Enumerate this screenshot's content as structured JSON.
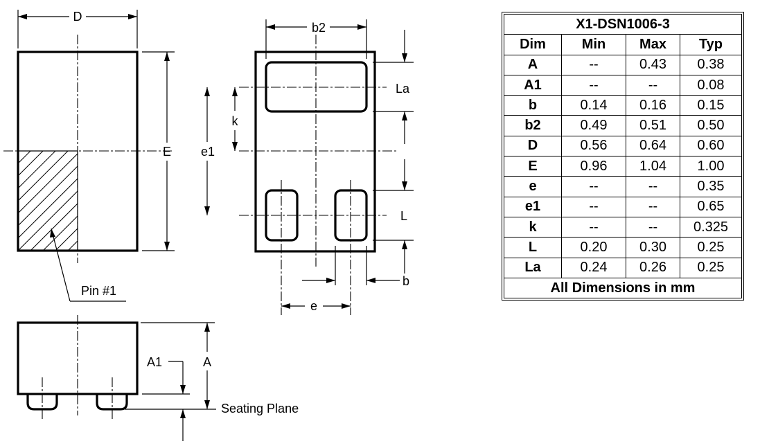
{
  "drawing": {
    "labels": {
      "D": "D",
      "E": "E",
      "b2": "b2",
      "La": "La",
      "k": "k",
      "e1": "e1",
      "L": "L",
      "b": "b",
      "e": "e",
      "pin1": "Pin #1",
      "A1": "A1",
      "A": "A",
      "seating_plane": "Seating Plane"
    }
  },
  "table": {
    "title": "X1-DSN1006-3",
    "headers": [
      "Dim",
      "Min",
      "Max",
      "Typ"
    ],
    "rows": [
      [
        "A",
        "--",
        "0.43",
        "0.38"
      ],
      [
        "A1",
        "--",
        "--",
        "0.08"
      ],
      [
        "b",
        "0.14",
        "0.16",
        "0.15"
      ],
      [
        "b2",
        "0.49",
        "0.51",
        "0.50"
      ],
      [
        "D",
        "0.56",
        "0.64",
        "0.60"
      ],
      [
        "E",
        "0.96",
        "1.04",
        "1.00"
      ],
      [
        "e",
        "--",
        "--",
        "0.35"
      ],
      [
        "e1",
        "--",
        "--",
        "0.65"
      ],
      [
        "k",
        "--",
        "--",
        "0.325"
      ],
      [
        "L",
        "0.20",
        "0.30",
        "0.25"
      ],
      [
        "La",
        "0.24",
        "0.26",
        "0.25"
      ]
    ],
    "footer": "All Dimensions in mm"
  }
}
